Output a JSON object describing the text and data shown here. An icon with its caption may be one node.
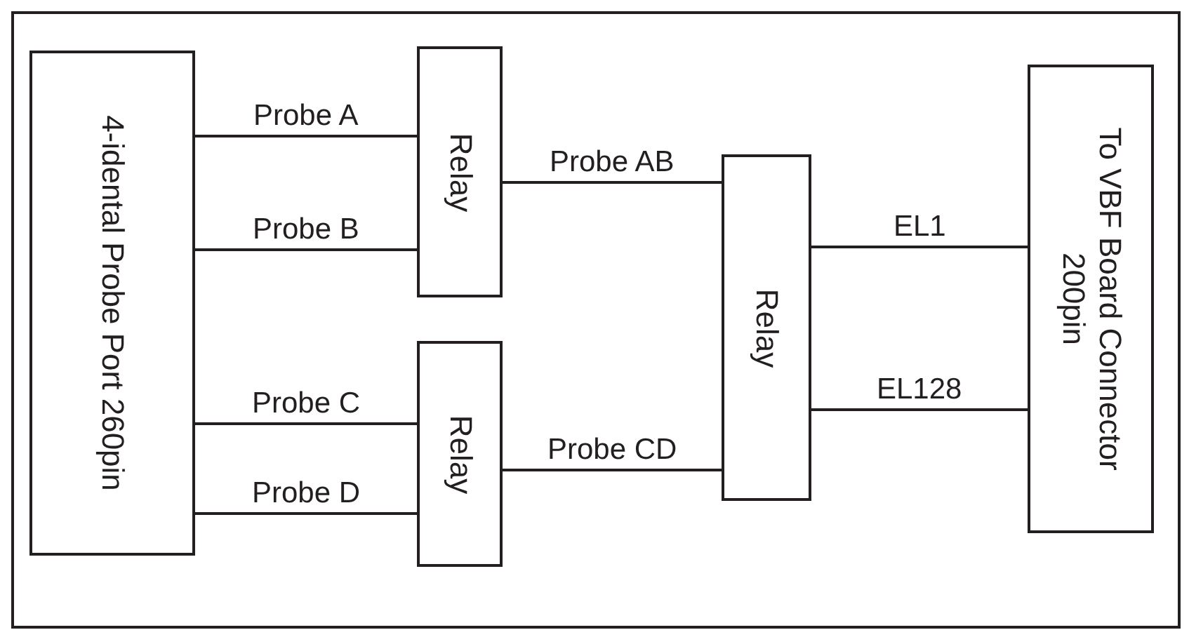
{
  "diagram": {
    "nodes": [
      {
        "text": [
          "4-idental Probe Port 260pin"
        ]
      },
      {
        "text": [
          "Relay"
        ]
      },
      {
        "text": [
          "Relay"
        ]
      },
      {
        "text": [
          "Relay"
        ]
      },
      {
        "text": [
          "To VBF Board Connector 200pin"
        ]
      }
    ],
    "edges": [
      {
        "from": 0,
        "to": 1,
        "arrow": "none",
        "label": "Probe A"
      },
      {
        "from": 0,
        "to": 1,
        "arrow": "none",
        "label": "Probe B"
      },
      {
        "from": 0,
        "to": 2,
        "arrow": "none",
        "label": "Probe C"
      },
      {
        "from": 0,
        "to": 2,
        "arrow": "none",
        "label": "Probe D"
      },
      {
        "from": 1,
        "to": 3,
        "arrow": "none",
        "label": "Probe AB"
      },
      {
        "from": 2,
        "to": 3,
        "arrow": "none",
        "label": "Probe CD"
      },
      {
        "from": 3,
        "to": 4,
        "arrow": "none",
        "label": "EL1"
      },
      {
        "from": 3,
        "to": 4,
        "arrow": "none",
        "label": "EL128"
      }
    ]
  }
}
